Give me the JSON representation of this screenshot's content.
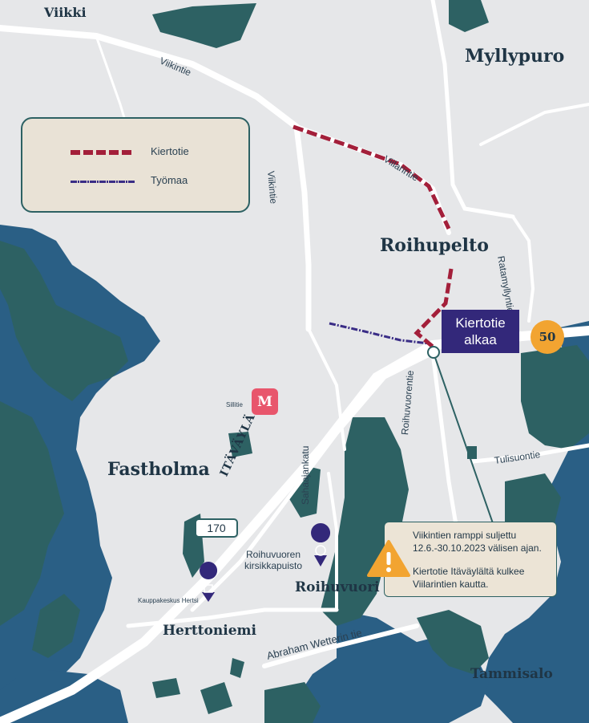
{
  "map": {
    "areas": {
      "viikki": "Viikki",
      "myllypuro": "Myllypuro",
      "roihupelto": "Roihupelto",
      "fastholma": "Fastholma",
      "roihuvuori": "Roihuvuori",
      "herttoniemi": "Herttoniemi",
      "tammisalo": "Tammisalo"
    },
    "streets": {
      "viikintie_top": "Viikintie",
      "viikintie_vertical": "Viikintie",
      "viilarintie": "Viilarintie",
      "ratamyllyntie": "Ratamyllyntie",
      "roihuvuorentie": "Roihuvuorentie",
      "tulisuontie": "Tulisuontie",
      "sahaajankatu": "Sahaajankatu",
      "abraham_wetterin_tie": "Abraham Wetterin tie",
      "itavayla": "ITÄVÄYLÄ",
      "sillitie": "Sillitie"
    },
    "pois": {
      "kirsikkapuisto": "Roihuvuoren\nkirsikkapuisto",
      "kauppakeskus": "Kauppakeskus Hertsi",
      "metro_symbol": "M"
    },
    "road_numbers": {
      "route_50": "50",
      "route_170": "170"
    },
    "detour_start": {
      "line1": "Kiertotie",
      "line2": "alkaa"
    },
    "notice": {
      "line1": "Viikintien ramppi suljettu",
      "line2": "12.6.-30.10.2023 välisen ajan.",
      "line3": "Kiertotie Itäväylältä kulkee",
      "line4": "Viilarintien kautta.",
      "icon": "warning-icon"
    }
  },
  "legend": {
    "items": [
      {
        "label": "Kiertotie",
        "style": "dashed",
        "color": "#a31f3a"
      },
      {
        "label": "Työmaa",
        "style": "dash-dot",
        "color": "#3a2d86"
      }
    ]
  },
  "colors": {
    "background": "#e6e7e9",
    "roads": "#ffffff",
    "forest": "#2d6163",
    "water": "#2a5f85",
    "detour": "#a31f3a",
    "worksite": "#3a2d86",
    "highlight_box": "#33287a",
    "route_badge": "#f2a431",
    "metro": "#e8566c",
    "notice_bg": "#ece4d6"
  }
}
